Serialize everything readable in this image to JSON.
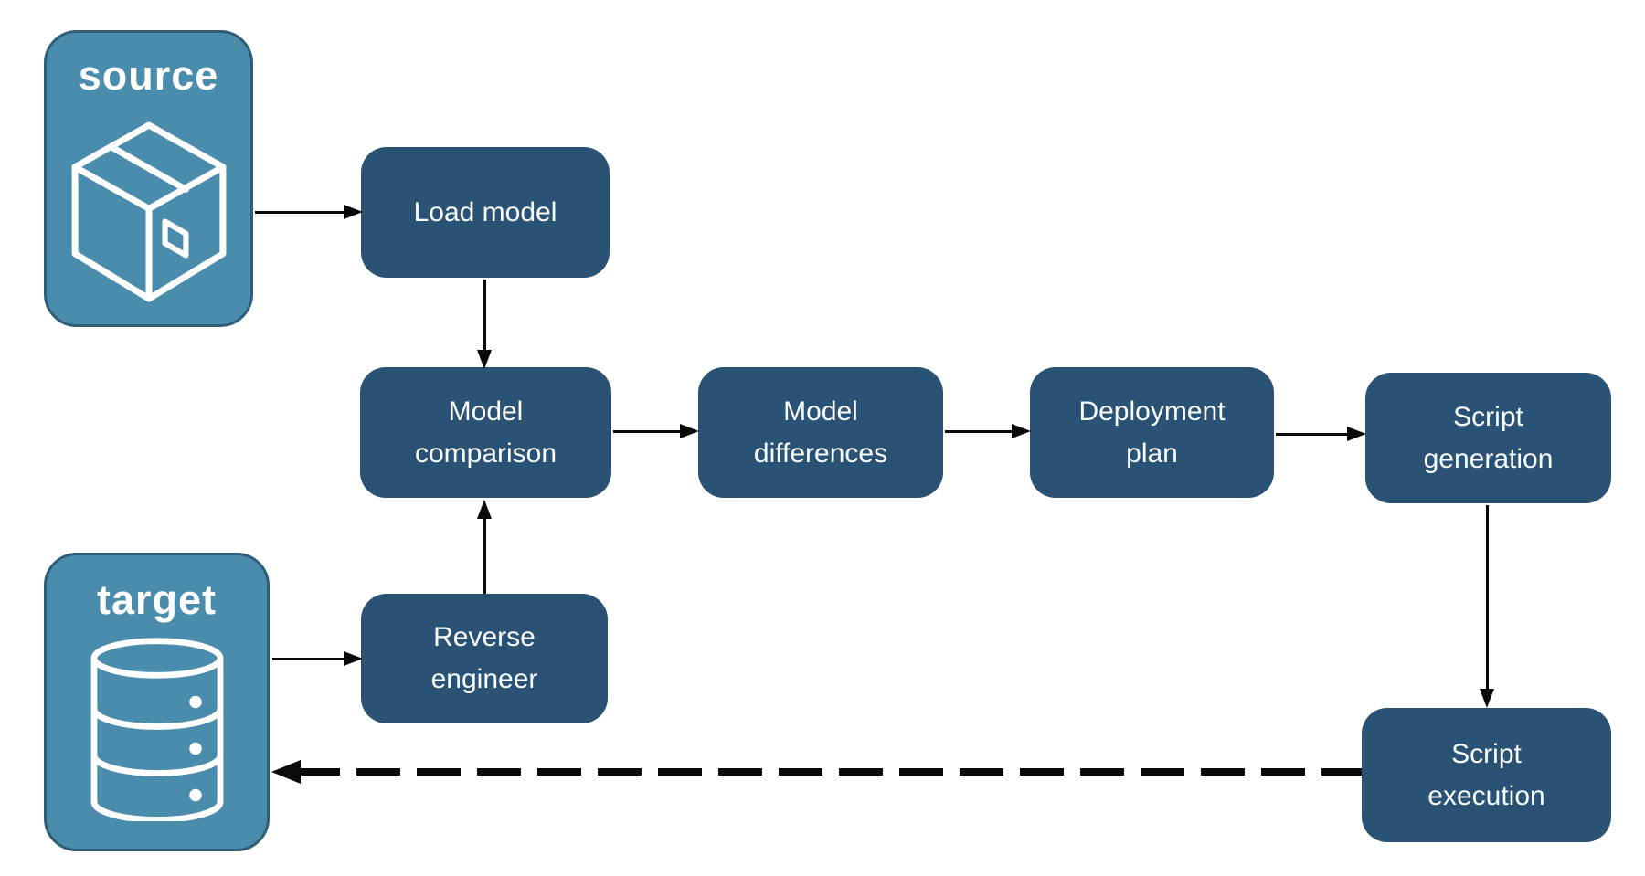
{
  "diagram": {
    "type": "flowchart",
    "background": "#ffffff",
    "description_visible_elements": "schema compare and deploy pipeline between a source package and a target database"
  },
  "colors": {
    "endpoint_fill": "#4A8CAB",
    "endpoint_border": "#2F5E78",
    "node_fill": "#2A5274",
    "node_text": "#FFFFFF",
    "endpoint_text": "#FFFFFF",
    "arrow": "#0A0A0A"
  },
  "endpoints": {
    "source": {
      "label": "source",
      "icon": "package-icon"
    },
    "target": {
      "label": "target",
      "icon": "database-icon"
    }
  },
  "nodes": [
    {
      "id": "load-model",
      "label": "Load model"
    },
    {
      "id": "model-comparison",
      "label": "Model comparison"
    },
    {
      "id": "model-differences",
      "label": "Model differences"
    },
    {
      "id": "deployment-plan",
      "label": "Deployment plan"
    },
    {
      "id": "script-generation",
      "label": "Script generation"
    },
    {
      "id": "script-execution",
      "label": "Script execution"
    },
    {
      "id": "reverse-engineer",
      "label": "Reverse engineer"
    }
  ],
  "connections": [
    {
      "from": "source",
      "to": "load-model",
      "style": "solid"
    },
    {
      "from": "load-model",
      "to": "model-comparison",
      "style": "solid"
    },
    {
      "from": "model-comparison",
      "to": "model-differences",
      "style": "solid"
    },
    {
      "from": "model-differences",
      "to": "deployment-plan",
      "style": "solid"
    },
    {
      "from": "deployment-plan",
      "to": "script-generation",
      "style": "solid"
    },
    {
      "from": "target",
      "to": "reverse-engineer",
      "style": "solid"
    },
    {
      "from": "reverse-engineer",
      "to": "model-comparison",
      "style": "solid"
    },
    {
      "from": "script-generation",
      "to": "script-execution",
      "style": "solid"
    },
    {
      "from": "script-execution",
      "to": "target",
      "style": "dashed"
    }
  ]
}
